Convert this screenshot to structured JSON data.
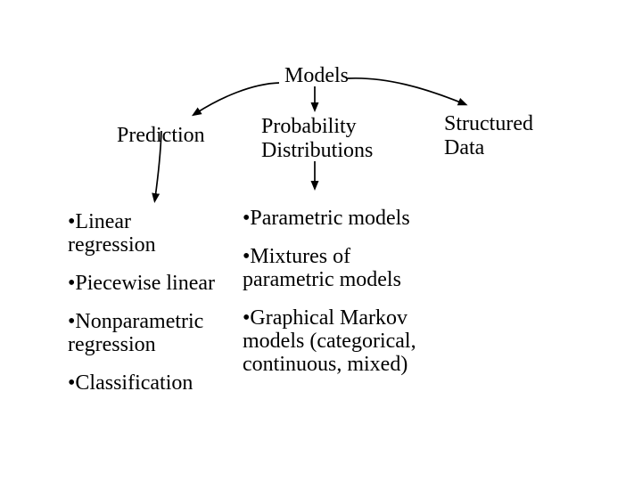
{
  "slide": {
    "background_color": "#ffffff",
    "text_color": "#000000",
    "arrow_color": "#000000",
    "root_label": "Models",
    "branches": {
      "prediction": "Prediction",
      "probability": "Probability\nDistributions",
      "structured": "Structured\nData"
    },
    "prediction_items": [
      "•Linear\nregression",
      "•Piecewise linear",
      "•Nonparametric\nregression",
      "•Classification"
    ],
    "probability_items": [
      "•Parametric models",
      "•Mixtures of\nparametric models",
      "•Graphical Markov\nmodels (categorical,\ncontinuous, mixed)"
    ]
  }
}
